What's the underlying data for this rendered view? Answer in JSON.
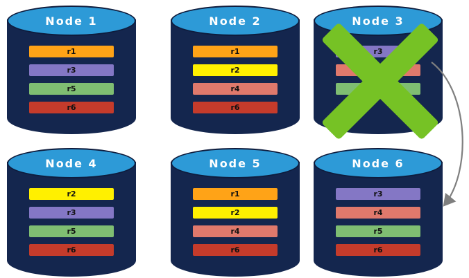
{
  "nodes": [
    {
      "title": "Node 1",
      "replicas": [
        {
          "label": "r1",
          "color": "#FFA317"
        },
        {
          "label": "r3",
          "color": "#8477C5"
        },
        {
          "label": "r5",
          "color": "#7FBE72"
        },
        {
          "label": "r6",
          "color": "#C53B2B"
        }
      ]
    },
    {
      "title": "Node 2",
      "replicas": [
        {
          "label": "r1",
          "color": "#FFA317"
        },
        {
          "label": "r2",
          "color": "#FFF000"
        },
        {
          "label": "r4",
          "color": "#E0796C"
        },
        {
          "label": "r6",
          "color": "#C53B2B"
        }
      ]
    },
    {
      "title": "Node 3",
      "failed": true,
      "replicas": [
        {
          "label": "r3",
          "color": "#8477C5"
        },
        {
          "label": "r4",
          "color": "#E0796C"
        },
        {
          "label": "r5",
          "color": "#7FBE72"
        }
      ]
    },
    {
      "title": "Node 4",
      "replicas": [
        {
          "label": "r2",
          "color": "#FFF000"
        },
        {
          "label": "r3",
          "color": "#8477C5"
        },
        {
          "label": "r5",
          "color": "#7FBE72"
        },
        {
          "label": "r6",
          "color": "#C53B2B"
        }
      ]
    },
    {
      "title": "Node 5",
      "replicas": [
        {
          "label": "r1",
          "color": "#FFA317"
        },
        {
          "label": "r2",
          "color": "#FFF000"
        },
        {
          "label": "r4",
          "color": "#E0796C"
        },
        {
          "label": "r6",
          "color": "#C53B2B"
        }
      ]
    },
    {
      "title": "Node 6",
      "replicas": [
        {
          "label": "r3",
          "color": "#8477C5"
        },
        {
          "label": "r4",
          "color": "#E0796C"
        },
        {
          "label": "r5",
          "color": "#7FBE72"
        },
        {
          "label": "r6",
          "color": "#C53B2B"
        }
      ]
    }
  ],
  "failure_mark": {
    "on_node": "Node 3",
    "color": "#76C225"
  },
  "arrow": {
    "from": "Node 3",
    "to": "Node 6",
    "color": "#7F7F7F"
  },
  "cylinder": {
    "body_color": "#14264E",
    "top_color": "#2D9AD7"
  }
}
